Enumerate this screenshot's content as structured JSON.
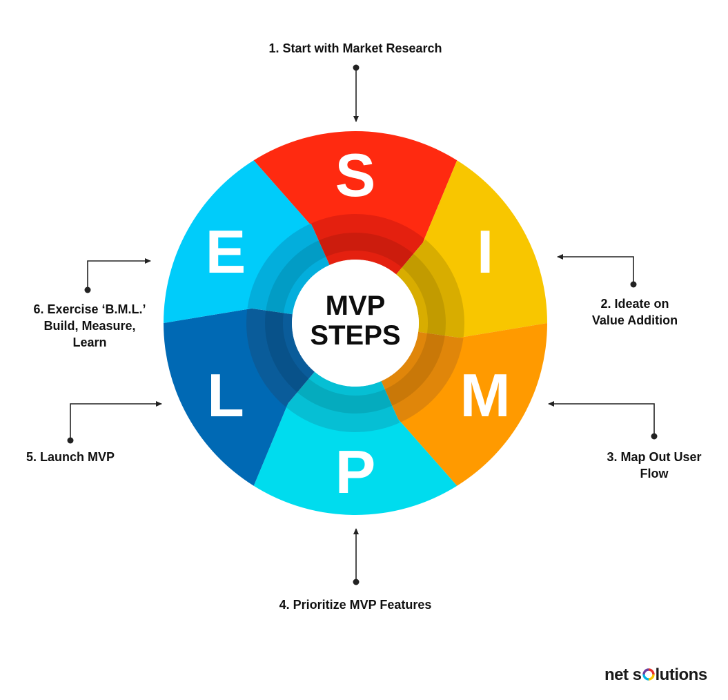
{
  "diagram": {
    "center_lines": [
      "MVP",
      "STEPS"
    ],
    "segments": [
      {
        "letter": "S",
        "color": "#FF2A10",
        "inner_color": "#E4200F"
      },
      {
        "letter": "I",
        "color": "#F8C600",
        "inner_color": "#D8AD00"
      },
      {
        "letter": "M",
        "color": "#FF9A00",
        "inner_color": "#E0860A"
      },
      {
        "letter": "P",
        "color": "#00DCEE",
        "inner_color": "#06BFD4"
      },
      {
        "letter": "L",
        "color": "#0069B4",
        "inner_color": "#0A5C9A"
      },
      {
        "letter": "E",
        "color": "#00CCFA",
        "inner_color": "#03AEDC"
      }
    ],
    "steps": [
      {
        "lines": [
          "1. Start with Market Research"
        ]
      },
      {
        "lines": [
          "2. Ideate on",
          "Value Addition"
        ]
      },
      {
        "lines": [
          "3. Map Out User",
          "Flow"
        ]
      },
      {
        "lines": [
          "4. Prioritize MVP Features"
        ]
      },
      {
        "lines": [
          "5. Launch MVP"
        ]
      },
      {
        "lines": [
          "6. Exercise ‘B.M.L.’",
          "Build, Measure,",
          "Learn"
        ]
      }
    ],
    "connector_color": "#222222"
  },
  "logo": {
    "text_before": "net s",
    "text_after": "lutions",
    "ring_colors": [
      "#E5322D",
      "#F8C600",
      "#00B3E6",
      "#6A3FA0"
    ]
  }
}
